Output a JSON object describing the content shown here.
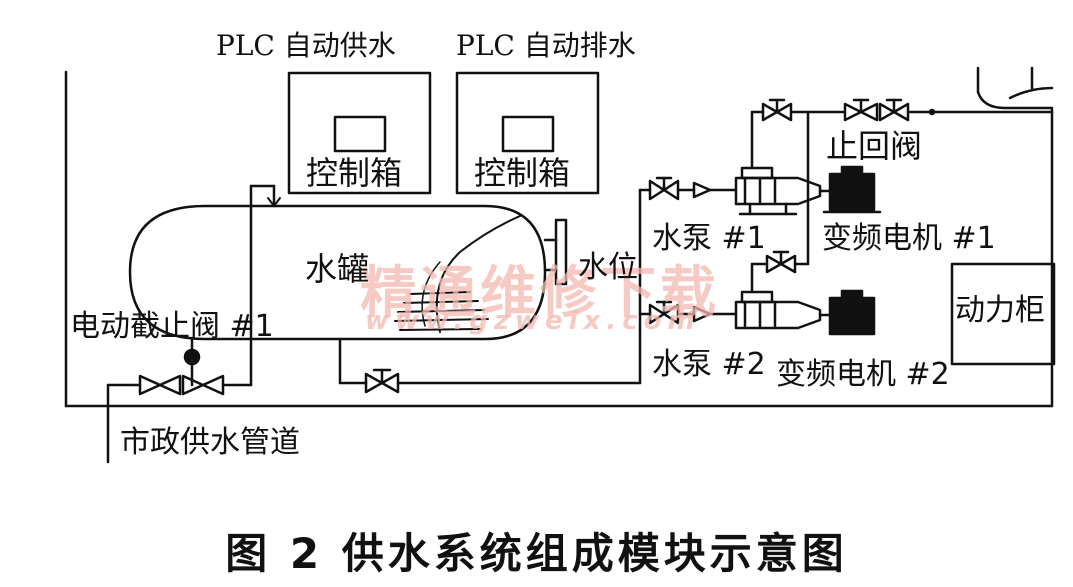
{
  "labels": {
    "plc_supply": "PLC 自动供水",
    "plc_drain": "PLC 自动排水",
    "control_box_1": "控制箱",
    "control_box_2": "控制箱",
    "check_valve": "止回阀",
    "water_tank": "水罐",
    "water_level": "水位",
    "pump_1": "水泵 #1",
    "pump_2": "水泵 #2",
    "vfd_motor_1": "变频电机 #1",
    "vfd_motor_2": "变频电机 #2",
    "power_cabinet": "动力柜",
    "electric_shutoff_valve": "电动截止阀 #1",
    "municipal_pipe": "市政供水管道"
  },
  "watermark": {
    "text_cn": "精通维修下载",
    "text_url": "www.gzweix.com",
    "color": "#f4b8b0"
  },
  "caption": "图 2   供水系统组成模块示意图",
  "colors": {
    "line": "#111111",
    "background": "#ffffff"
  }
}
